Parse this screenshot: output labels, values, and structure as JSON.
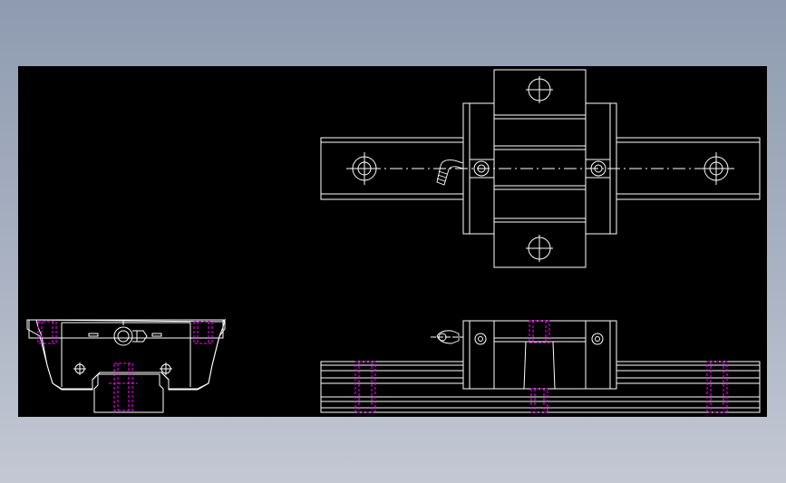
{
  "viewer": {
    "background_color": "#000000",
    "line_color": "#ffffff",
    "hidden_line_color": "#ff00ff"
  },
  "drawing": {
    "views": [
      "top-view",
      "end-view",
      "side-view"
    ]
  }
}
